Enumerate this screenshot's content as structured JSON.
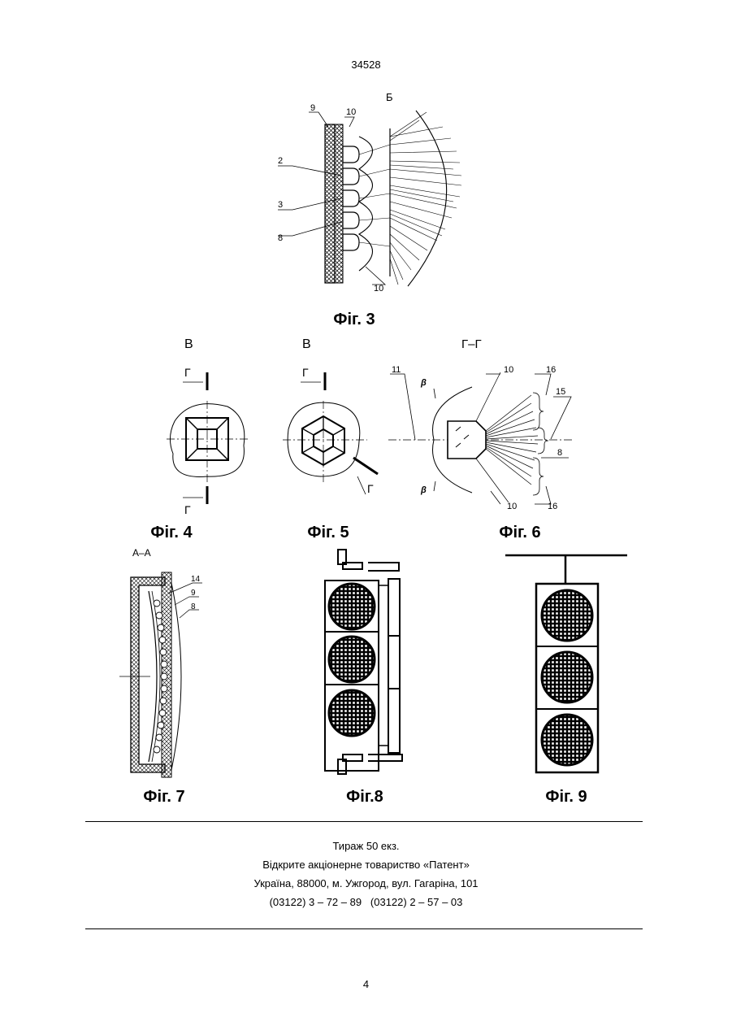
{
  "header": {
    "patent_number": "34528"
  },
  "figures": {
    "fig3": {
      "caption": "Фіг. 3",
      "view": "Б",
      "labels": [
        "9",
        "10",
        "2",
        "3",
        "8",
        "10"
      ]
    },
    "fig4": {
      "caption": "Фіг. 4",
      "view": "В",
      "section": "Г"
    },
    "fig5": {
      "caption": "Фіг. 5",
      "view": "В",
      "section": "Г"
    },
    "fig6": {
      "caption": "Фіг. 6",
      "view": "Г–Г",
      "labels": [
        "11",
        "β",
        "10",
        "16",
        "15",
        "8",
        "β",
        "10",
        "16"
      ]
    },
    "fig7": {
      "caption": "Фіг. 7",
      "view": "А–А",
      "labels": [
        "14",
        "9",
        "8"
      ]
    },
    "fig8": {
      "caption": "Фіг.8"
    },
    "fig9": {
      "caption": "Фіг. 9"
    }
  },
  "imprint": {
    "line1": "Тираж 50 екз.",
    "line2": "Відкрите акціонерне товариство «Патент»",
    "line3": "Україна, 88000, м. Ужгород, вул. Гагаріна, 101",
    "line4": "(03122) 3 – 72 – 89   (03122) 2 – 57 – 03"
  },
  "footer": {
    "page_number": "4"
  }
}
